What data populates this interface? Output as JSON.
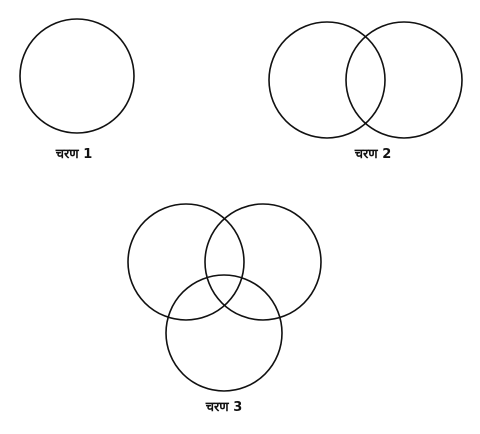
{
  "steps": [
    {
      "label": "चरण 1",
      "circle_count": 1
    },
    {
      "label": "चरण 2",
      "circle_count": 2
    },
    {
      "label": "चरण 3",
      "circle_count": 3
    }
  ],
  "colors": {
    "stroke": "#111111",
    "background": "#ffffff"
  }
}
